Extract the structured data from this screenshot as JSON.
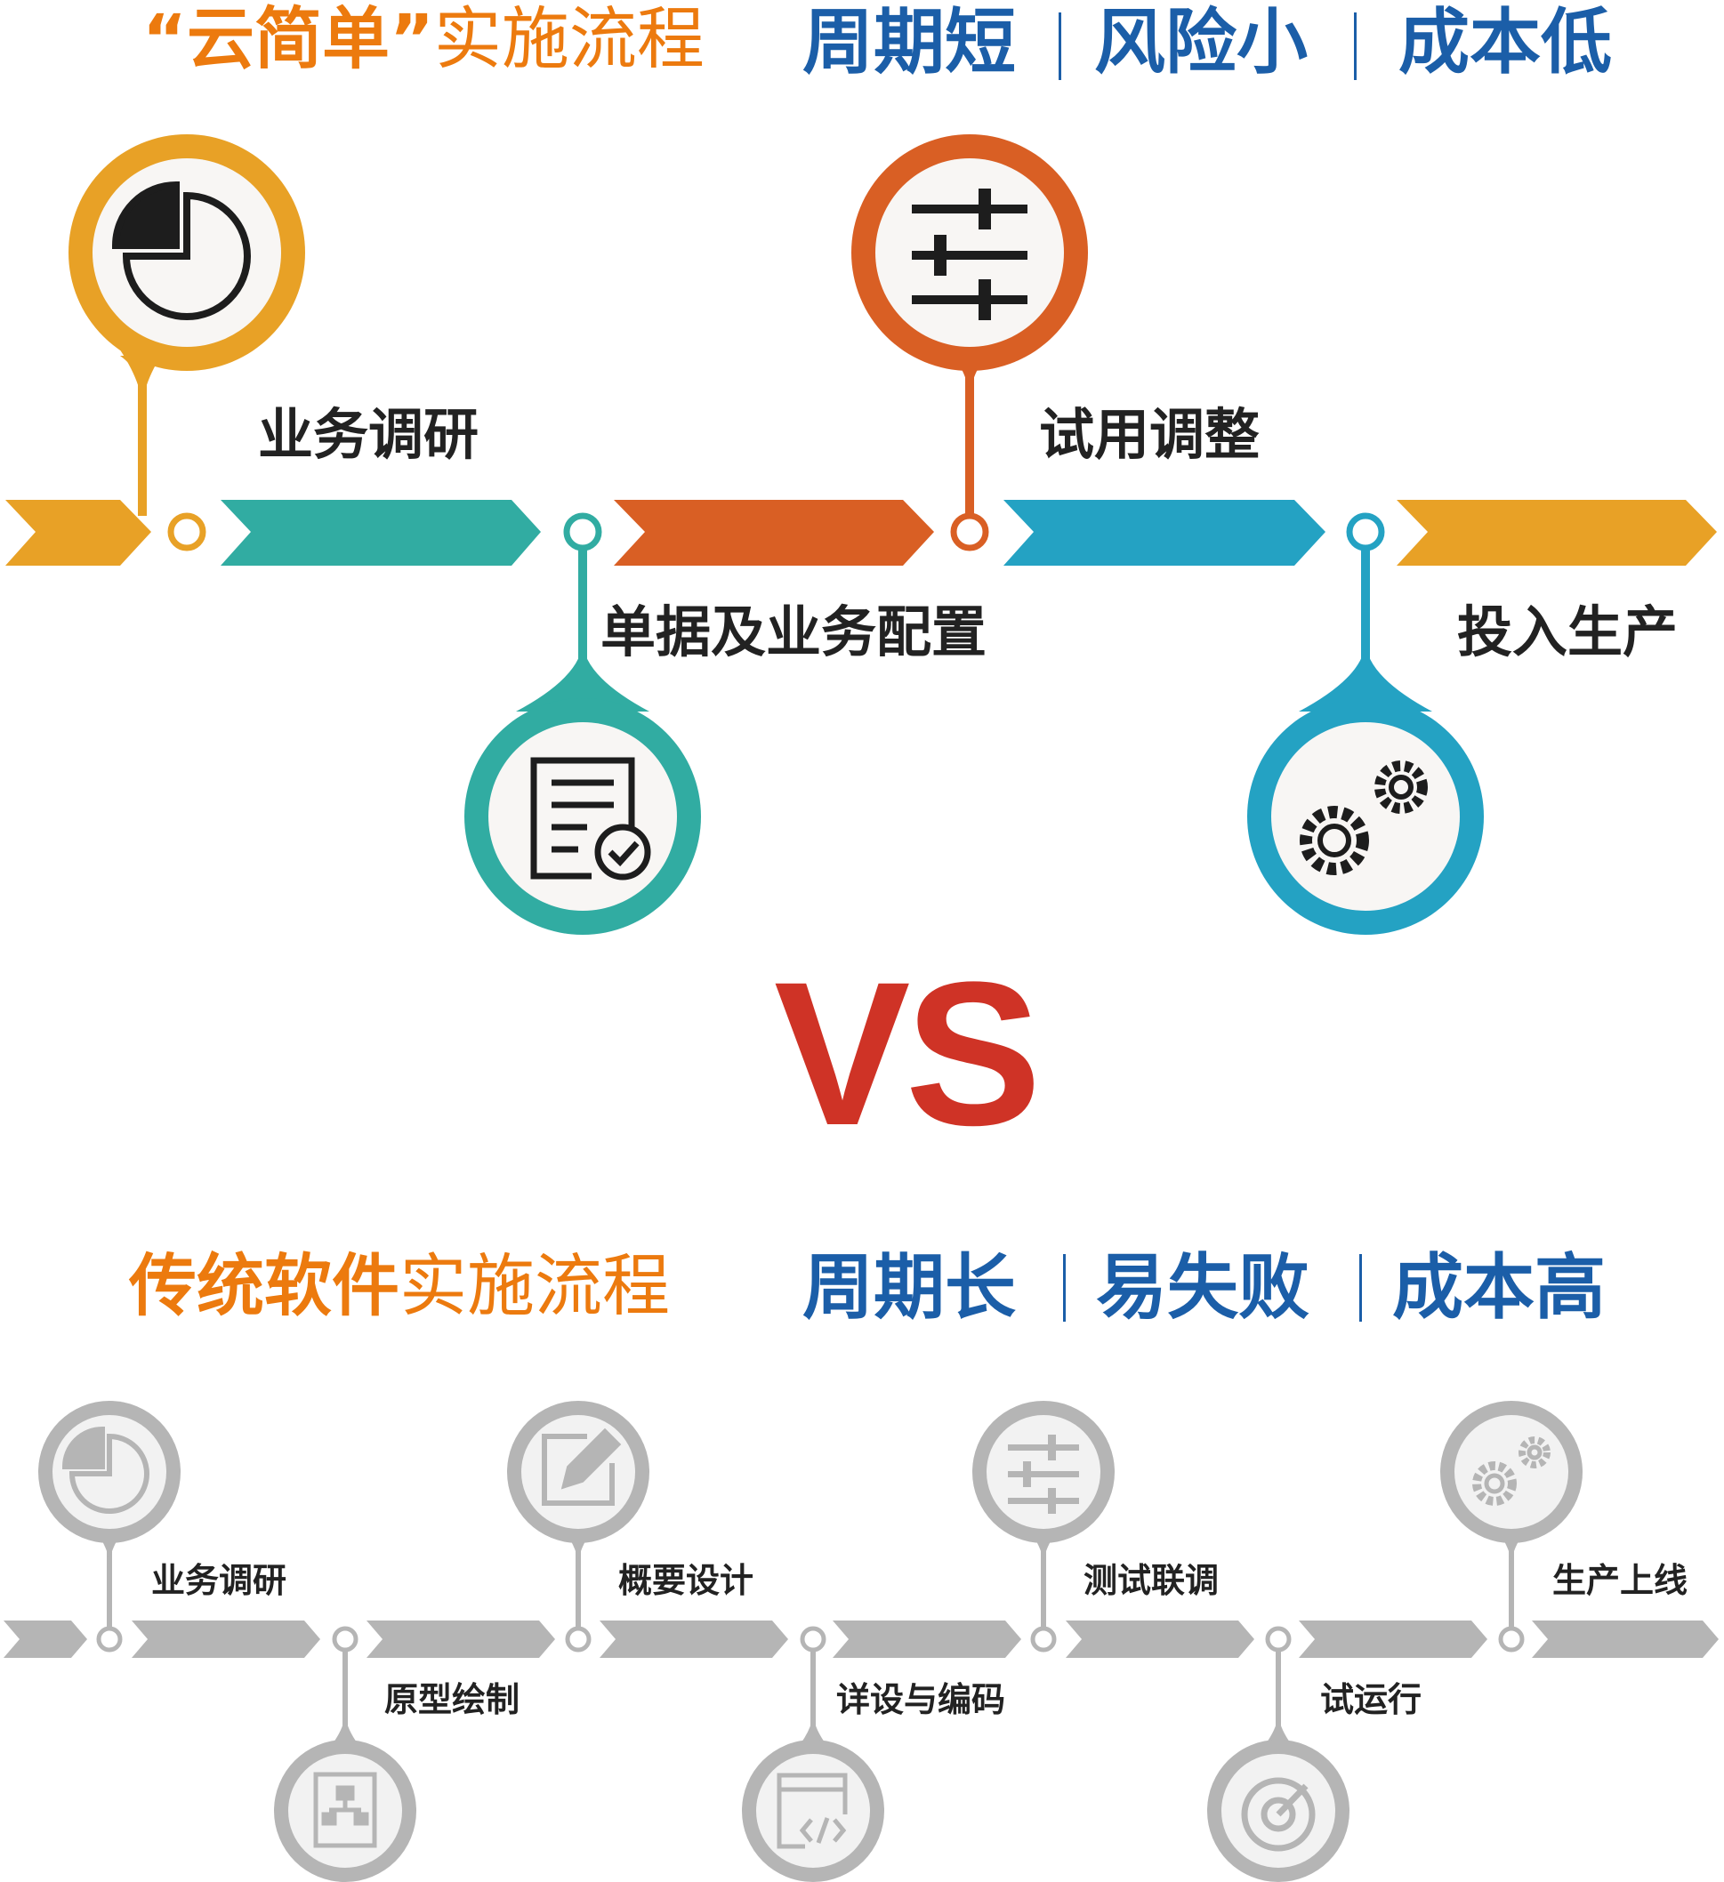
{
  "top": {
    "title_highlight": "“云简单”",
    "title_rest": "实施流程",
    "traits": [
      "周期短",
      "风险小",
      "成本低"
    ],
    "steps": [
      {
        "label": "业务调研",
        "icon": "pie-chart-icon",
        "color": "#e8a126"
      },
      {
        "label": "单据及业务配置",
        "icon": "document-check-icon",
        "color": "#31aca2"
      },
      {
        "label": "试用调整",
        "icon": "sliders-icon",
        "color": "#d95f24"
      },
      {
        "label": "投入生产",
        "icon": "gears-icon",
        "color": "#24a2c3"
      }
    ],
    "arrow_colors": [
      "#e8a126",
      "#31aca2",
      "#d95f24",
      "#24a2c3",
      "#e8a126"
    ]
  },
  "vs": "VS",
  "bottom": {
    "title_highlight": "传统软件",
    "title_rest": "实施流程",
    "traits": [
      "周期长",
      "易失败",
      "成本高"
    ],
    "steps": [
      {
        "label": "业务调研",
        "icon": "pie-chart-icon"
      },
      {
        "label": "原型绘制",
        "icon": "flowchart-icon"
      },
      {
        "label": "概要设计",
        "icon": "edit-icon"
      },
      {
        "label": "详设与编码",
        "icon": "code-icon"
      },
      {
        "label": "测试联调",
        "icon": "sliders-icon"
      },
      {
        "label": "试运行",
        "icon": "target-icon"
      },
      {
        "label": "生产上线",
        "icon": "gears-icon"
      }
    ],
    "color": "#b5b5b5"
  }
}
